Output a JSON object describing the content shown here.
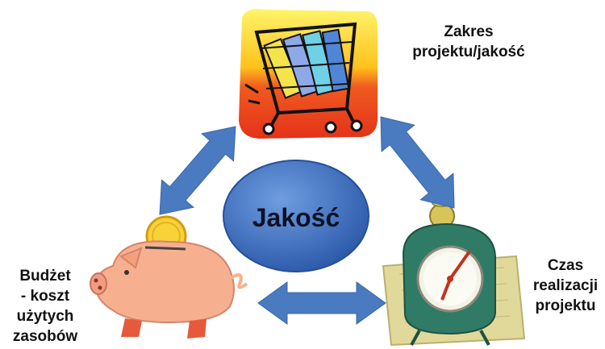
{
  "center": {
    "label": "Jakość"
  },
  "labels": {
    "scope": [
      "Zakres",
      "projektu/jakość"
    ],
    "budget": [
      "Budżet",
      "- koszt",
      "użytych",
      "zasobów"
    ],
    "time": [
      "Czas",
      "realizacji",
      "projektu"
    ]
  },
  "icons": {
    "scope": "shopping-cart-with-folders-icon",
    "budget": "piggy-bank-with-coin-icon",
    "time": "alarm-clock-icon"
  },
  "colors": {
    "arrow": "#4a7bc0",
    "ellipse": "#2f62b5",
    "cart_background_top": "#ffd92b",
    "cart_background_bottom": "#e8361b",
    "piggy": "#f6b08f",
    "clock": "#2f7b66"
  }
}
